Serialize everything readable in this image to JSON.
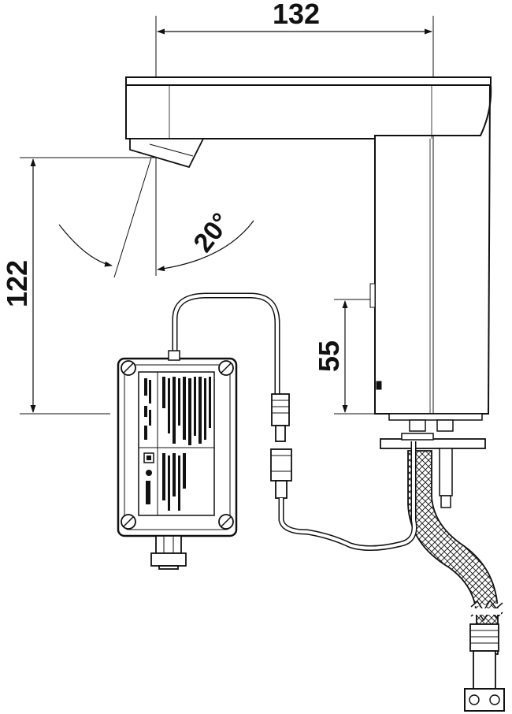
{
  "dimensions": {
    "width_label": "132",
    "height_label": "122",
    "sensor_height_label": "55",
    "angle_label": "20°"
  },
  "colors": {
    "line": "#111111",
    "background": "#ffffff"
  }
}
